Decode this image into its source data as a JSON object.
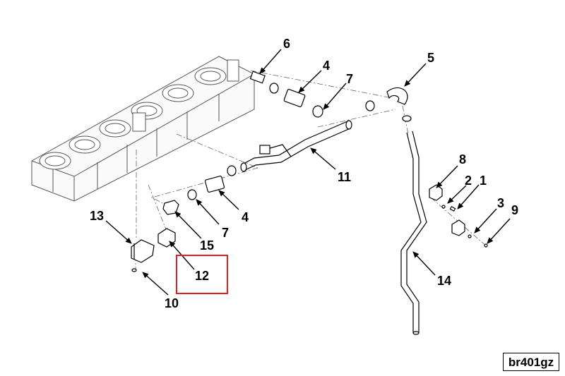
{
  "diagram": {
    "callouts": [
      {
        "id": "c6",
        "label": "6"
      },
      {
        "id": "c4a",
        "label": "4"
      },
      {
        "id": "c7a",
        "label": "7"
      },
      {
        "id": "c5",
        "label": "5"
      },
      {
        "id": "c11",
        "label": "11"
      },
      {
        "id": "c8",
        "label": "8"
      },
      {
        "id": "c2",
        "label": "2"
      },
      {
        "id": "c1",
        "label": "1"
      },
      {
        "id": "c3",
        "label": "3"
      },
      {
        "id": "c9",
        "label": "9"
      },
      {
        "id": "c13",
        "label": "13"
      },
      {
        "id": "c4b",
        "label": "4"
      },
      {
        "id": "c7b",
        "label": "7"
      },
      {
        "id": "c15",
        "label": "15"
      },
      {
        "id": "c12",
        "label": "12"
      },
      {
        "id": "c14",
        "label": "14"
      },
      {
        "id": "c10",
        "label": "10"
      }
    ],
    "reference_code": "br401gz",
    "highlighted_callout": "12",
    "highlight_color": "#e02020"
  }
}
